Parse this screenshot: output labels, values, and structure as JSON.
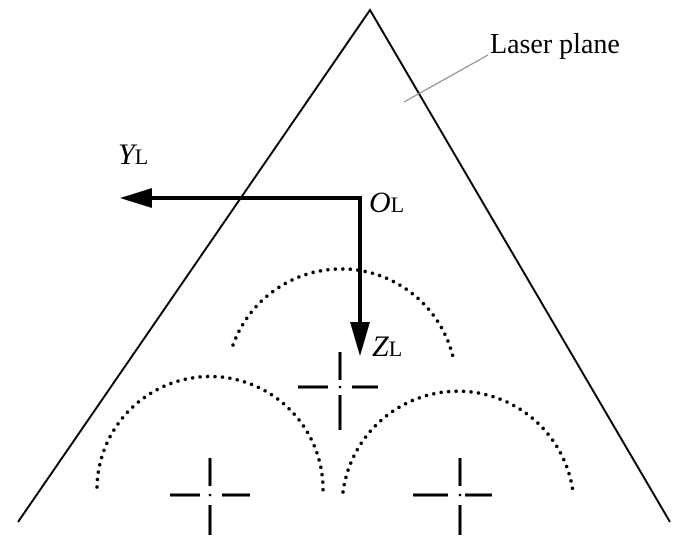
{
  "labels": {
    "laser_plane": "Laser plane",
    "y_axis": "Y",
    "z_axis": "Z",
    "origin": "O",
    "subscript": "L"
  },
  "colors": {
    "ink": "#000000",
    "background": "#ffffff"
  }
}
